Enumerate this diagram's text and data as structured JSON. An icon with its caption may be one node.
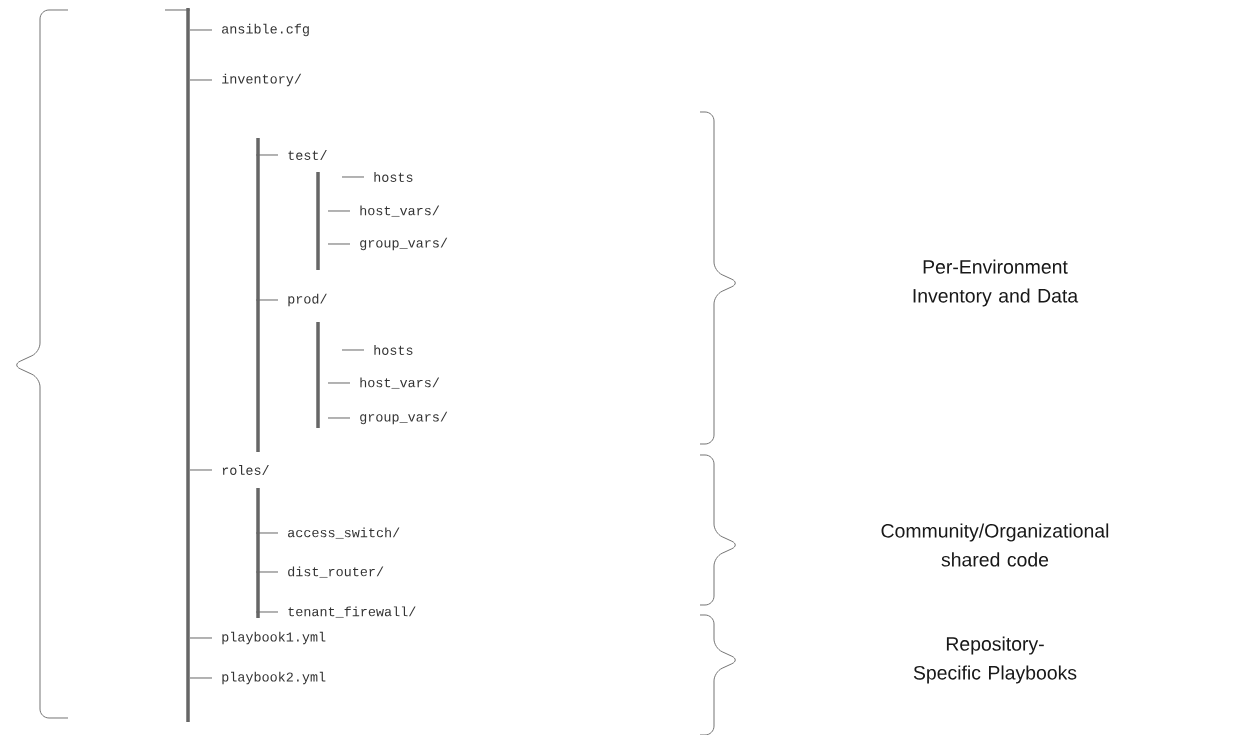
{
  "diagram": {
    "labels": [
      "ansible.cfg",
      "inventory/",
      "test/",
      "hosts",
      "host_vars/",
      "group_vars/",
      "prod/",
      "hosts",
      "host_vars/",
      "group_vars/",
      "roles/",
      "access_switch/",
      "dist_router/",
      "tenant_firewall/",
      "playbook1.yml",
      "playbook2.yml",
      "Per-Environment Inventory and Data",
      "Community/Organizational shared code",
      "Repository-Specific Playbooks"
    ]
  }
}
